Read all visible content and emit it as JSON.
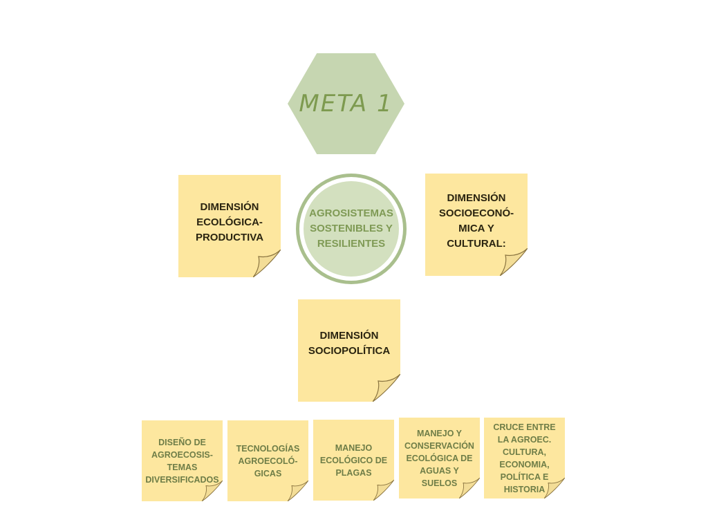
{
  "title": "META 1",
  "center": "AGROSISTEMAS\nSOSTENIBLES Y\nRESILIENTES",
  "dimensions": [
    "DIMENSIÓN\nECOLÓGICA-\nPRODUCTIVA",
    "DIMENSIÓN\nSOCIOECONÓ-\nMICA Y\nCULTURAL:",
    "DIMENSIÓN\nSOCIOPOLÍTICA"
  ],
  "topics": [
    "DISEÑO DE\nAGROECOSIS-\nTEMAS\nDIVERSIFICADOS",
    "TECNOLOGÍAS\nAGROECOLÓ-\nGICAS",
    "MANEJO\nECOLÓGICO DE\nPLAGAS",
    "MANEJO Y\nCONSERVACIÓN\nECOLÓGICA DE\nAGUAS Y\nSUELOS",
    "CRUCE ENTRE\nLA AGROEC.\nCULTURA,\nECONOMIA,\nPOLÍTICA E\nHISTORIA"
  ],
  "colors": {
    "note": "#fde79f",
    "green": "#c6d6b1",
    "text_green": "#7f9a55"
  }
}
